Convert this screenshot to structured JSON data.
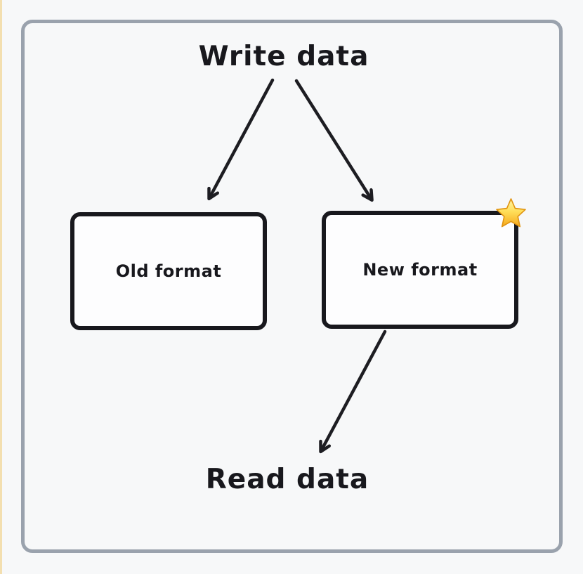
{
  "page": {
    "background": "#f7f8f9",
    "left_strip_color": "#f3dfb0",
    "frame_border_color": "#9aa2ad"
  },
  "diagram": {
    "title": "Write data",
    "footer": "Read data",
    "nodes": [
      {
        "id": "old-format",
        "label": "Old format"
      },
      {
        "id": "new-format",
        "label": "New format",
        "icon": "star-icon"
      }
    ],
    "connections": [
      {
        "from": "write-data",
        "to": "old-format"
      },
      {
        "from": "write-data",
        "to": "new-format"
      },
      {
        "from": "new-format",
        "to": "read-data"
      }
    ],
    "colors": {
      "node_border": "#18181d",
      "text": "#18181d",
      "arrow": "#1d1d22",
      "star_gradient_top": "#ffee90",
      "star_gradient_bottom": "#f6a81c",
      "star_outline": "#e0930f"
    }
  }
}
